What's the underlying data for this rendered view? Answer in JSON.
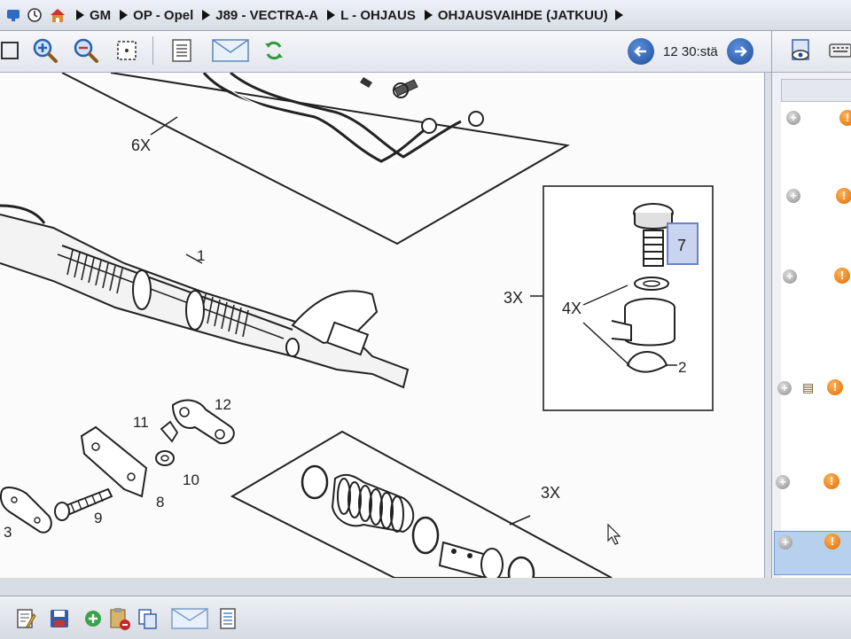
{
  "breadcrumb": {
    "items": [
      {
        "label": "GM"
      },
      {
        "label": "OP - Opel"
      },
      {
        "label": "J89 - VECTRA-A"
      },
      {
        "label": "L - OHJAUS"
      },
      {
        "label": "OHJAUSVAIHDE (JATKUU)"
      }
    ]
  },
  "toolbar": {
    "page_indicator": "12 30:stä"
  },
  "diagram": {
    "labels": {
      "q6x": "6X",
      "p1": "1",
      "q3x_left": "3X",
      "q4x": "4X",
      "p7": "7",
      "p2": "2",
      "p11": "11",
      "p12": "12",
      "p10": "10",
      "p8": "8",
      "p9": "9",
      "p3": "3",
      "q3x_bottom": "3X"
    }
  },
  "icons": {
    "warning": "!",
    "plus": "+"
  },
  "colors": {
    "accent_blue": "#1c4d9c",
    "warning_orange": "#e06b00",
    "selection": "#b6d0ee"
  }
}
